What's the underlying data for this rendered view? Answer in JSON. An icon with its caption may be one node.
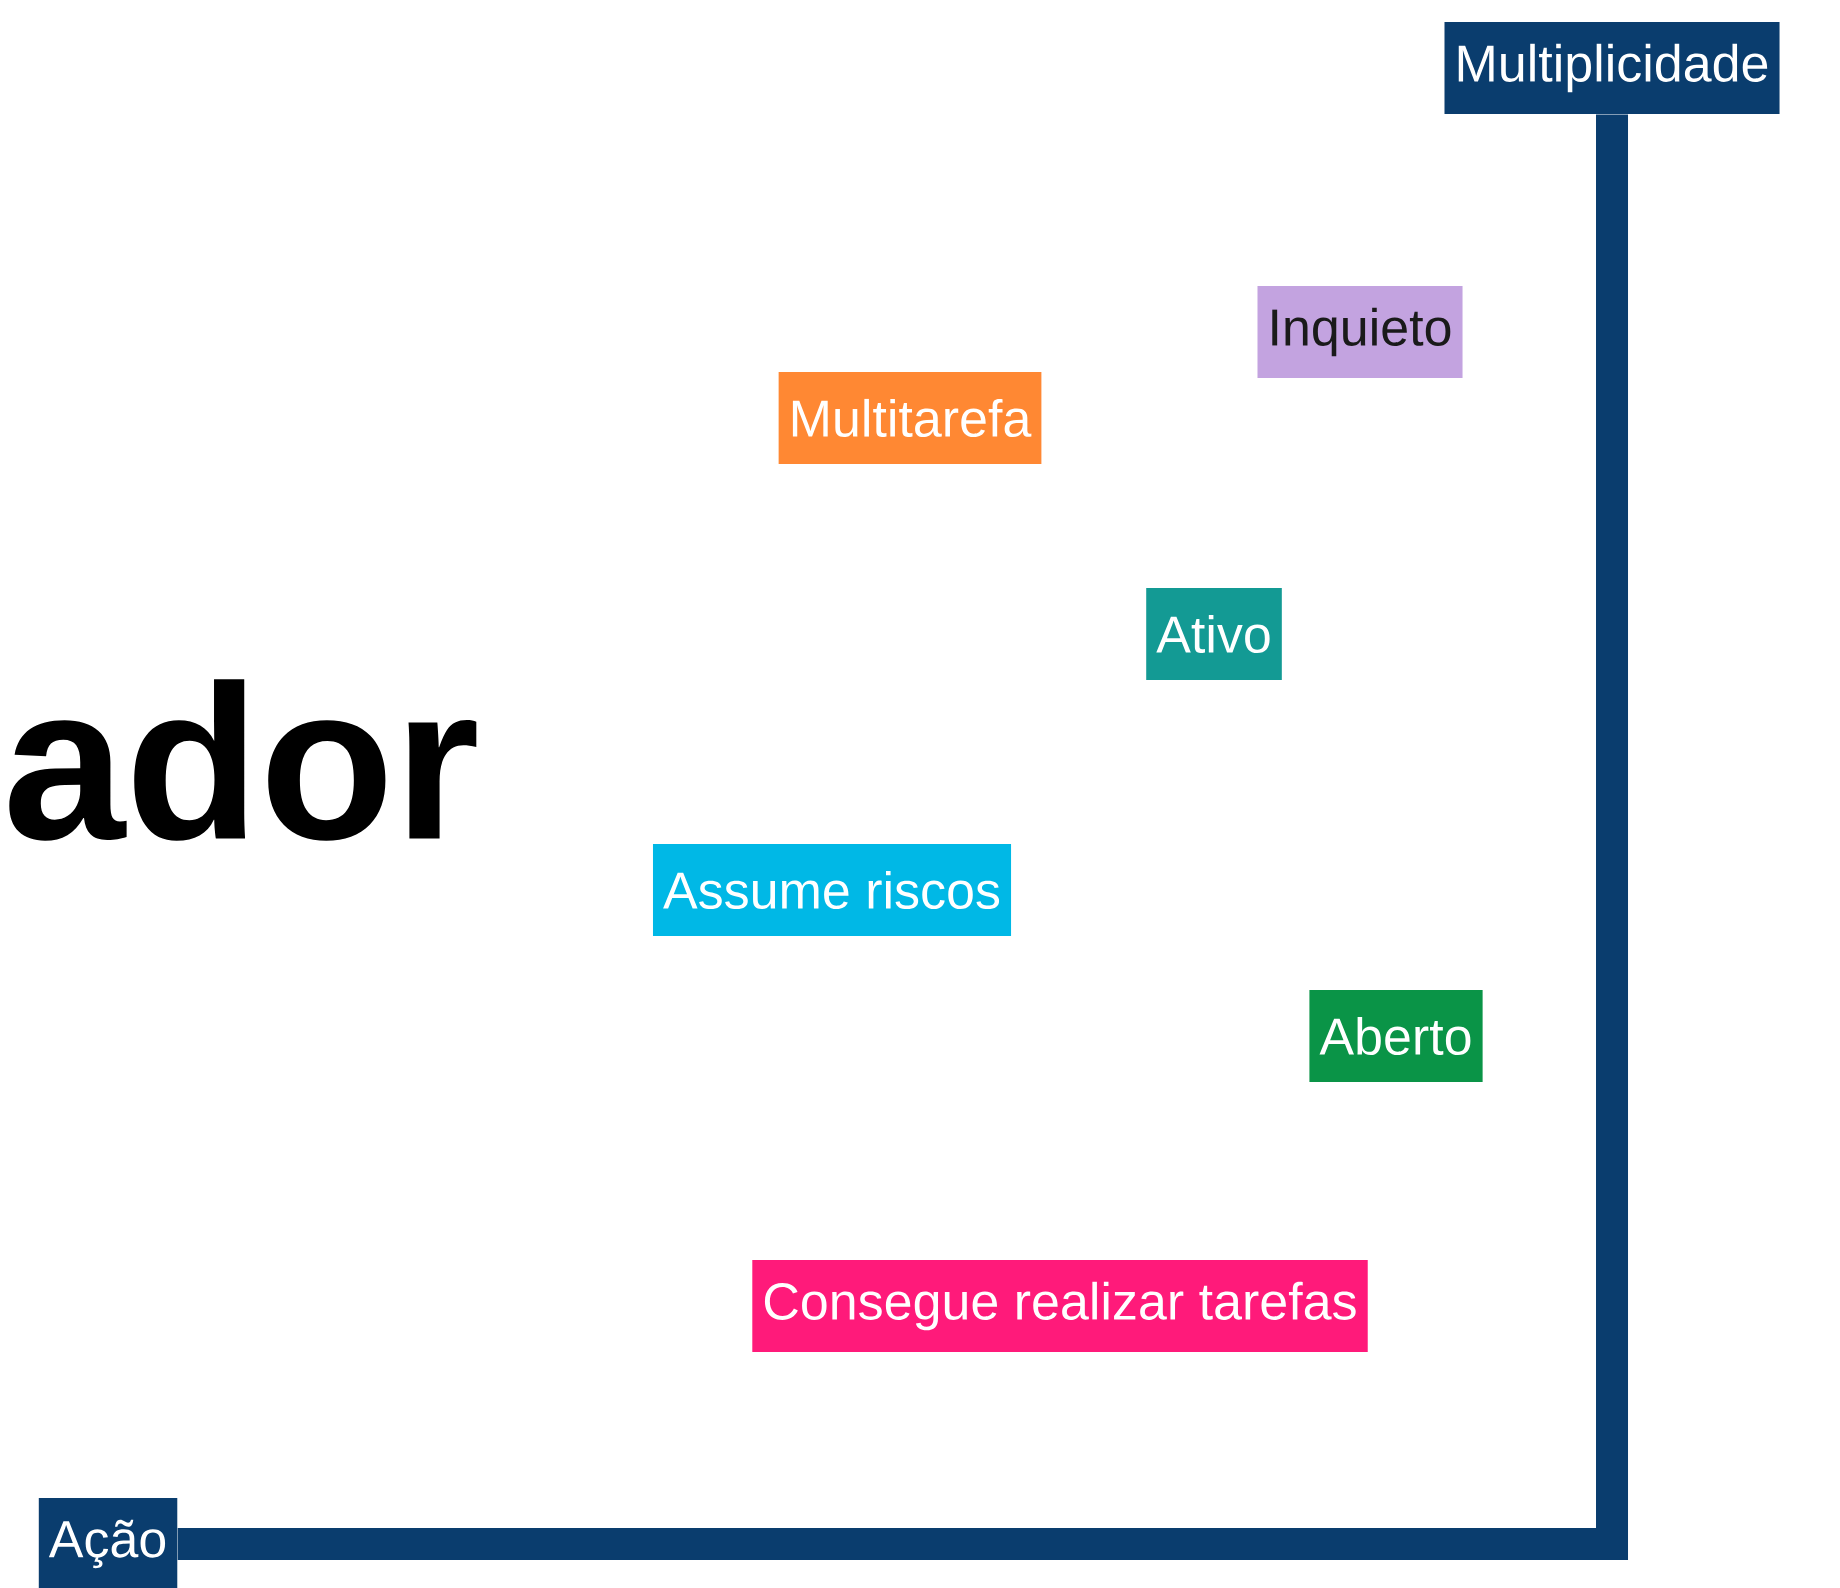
{
  "diagram": {
    "nodes": [
      {
        "text": [
          "Multiplicidade"
        ]
      },
      {
        "text": [
          "Inquieto"
        ]
      },
      {
        "text": [
          "Multitarefa"
        ]
      },
      {
        "text": [
          "Ativo"
        ]
      },
      {
        "text": [
          "Assume riscos"
        ]
      },
      {
        "text": [
          "Aberto"
        ]
      },
      {
        "text": [
          "Consegue realizar tarefas"
        ]
      },
      {
        "text": [
          "Ação"
        ]
      }
    ],
    "edges": [
      {
        "from": 7,
        "to": 0,
        "arrow": "none"
      }
    ],
    "labels": [
      "ador"
    ]
  }
}
